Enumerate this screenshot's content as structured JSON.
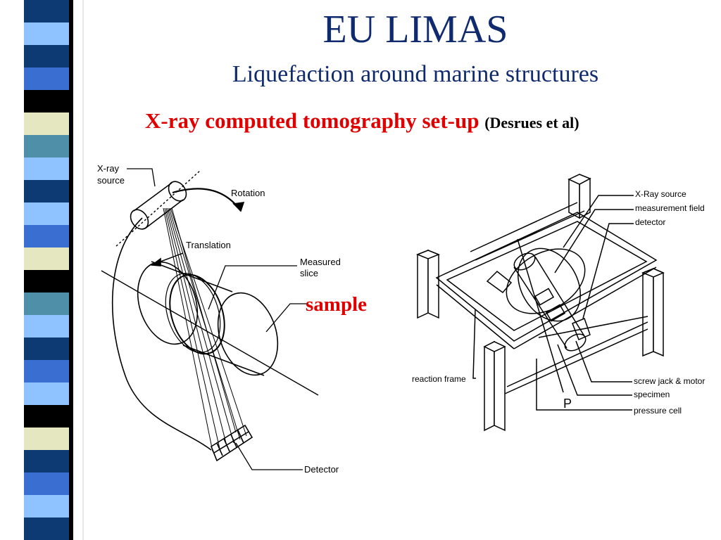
{
  "slide": {
    "title": "EU LIMAS",
    "subtitle": "Liquefaction around marine structures",
    "heading": "X-ray computed tomography set-up",
    "citation": "(Desrues et al)",
    "sample_label": "sample"
  },
  "left_diagram": {
    "labels": {
      "xray_source_line1": "X-ray",
      "xray_source_line2": "source",
      "rotation": "Rotation",
      "translation": "Translation",
      "measured_slice_line1": "Measured",
      "measured_slice_line2": "slice",
      "detector": "Detector"
    }
  },
  "right_diagram": {
    "labels": {
      "xray_source": "X-Ray source",
      "measurement_field": "measurement field",
      "detector": "detector",
      "reaction_frame": "reaction frame",
      "screw_jack": "screw jack & motor",
      "specimen": "specimen",
      "p": "P",
      "pressure_cell": "pressure cell"
    }
  },
  "colors": {
    "title": "#0f2a6e",
    "heading": "#e00000",
    "stripe_navy": "#0d3a73",
    "stripe_blue": "#3a6fd1",
    "stripe_light": "#8fc3ff",
    "stripe_cream": "#e4e7bf",
    "stripe_teal": "#4f8fa8",
    "stripe_black": "#000000"
  }
}
